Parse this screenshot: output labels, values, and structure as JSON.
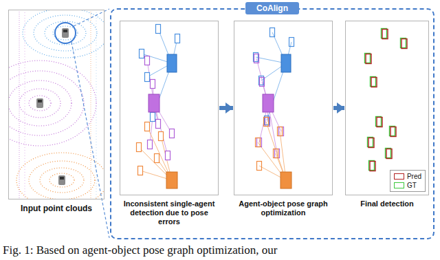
{
  "diagram": {
    "caption": "Fig. 1: Based on agent-object pose graph optimization, our",
    "nodes": [
      {
        "text": [
          "Input point clouds"
        ]
      },
      {
        "text": [
          "CoAlign"
        ]
      },
      {
        "text": [
          "Inconsistent single-agent detection due to pose errors"
        ],
        "in": 1
      },
      {
        "text": [
          "Agent-object pose graph optimization"
        ],
        "in": 1
      },
      {
        "text": [
          "Final detection"
        ],
        "in": 1
      }
    ],
    "edges": [
      {
        "from": 2,
        "to": 3,
        "arrow": "to"
      },
      {
        "from": 3,
        "to": 4,
        "arrow": "to"
      }
    ],
    "legend": [
      {
        "text": "Pred"
      },
      {
        "text": "GT"
      }
    ]
  }
}
